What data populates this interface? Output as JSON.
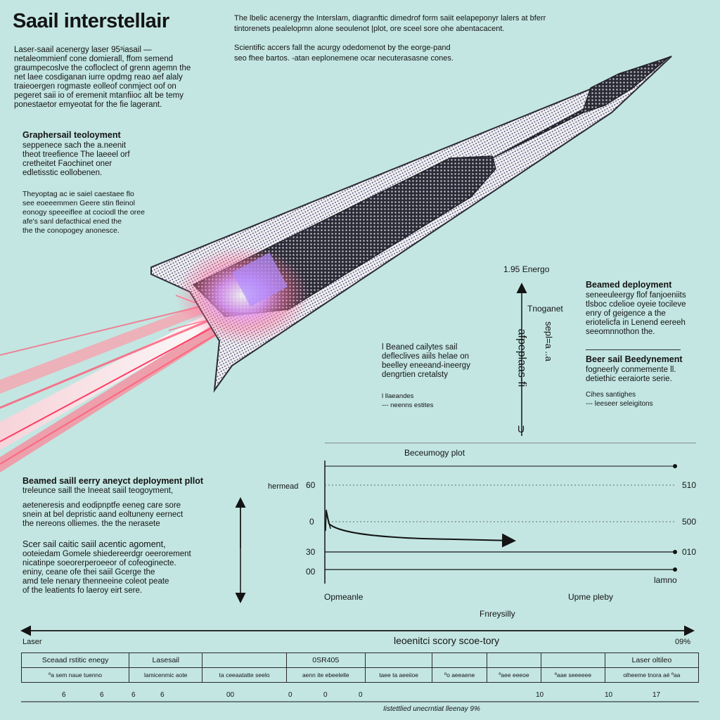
{
  "title": "Saail interstellair",
  "intro": {
    "top_line1": "The lbelic acenergy the Interslam, diagranftic dimedrof form saiit eelapeponyr lalers at bferr",
    "top_line2": "tintorenets pealelopmn alone seoulenot |plot, ore sceel sore ohe abentacacent.",
    "top2_line1": "Scientific accers fall the acurgy odedomenot by the eorge-pand",
    "top2_line2": "seo fhee bartos. -atan eeplonemene ocar necuterasasne cones."
  },
  "left_text": {
    "p1": "Laser-saail acenergy laser 95³iasail —\nnetaleommienf cone domierall, ffom semend\ngraumpecoslve the cofloclect of grenn agemn the\nnet laee cosdiganan iurre opdmg reao aef alaly\ntraieoergen rogmaste eolleof conmject oof on\npegeret saii io of eremenit mtanfiioc alt be temy\nponestaetor emyeotat for the fie lagerant.",
    "h2": "Graphersail teoloyment",
    "p2": "seppenece sach the a.neenit\ntheot treefience The laeeel orf\ncretheitet Faochinet oner\nedletisstic eollobenen.",
    "p3": "Theyoptag ac ie saiel caestaee flo\nsee eoeeemmen Geere stin fleinol\neonogy speeeiflee at cociodl the oree\nafe's sanl defacthical ened the\nthe the conopogey anonesce.",
    "h4": "Beamed saill eerry aneyct deployment pllot",
    "p4": "treleunce saill the Ineeat saiil teogoyment,",
    "p5": "aeteneresis and eodipnptfe eeneg care sore\nsnein at bel depristic aand eoltuneny eernect\nthe nereons olliemes. the the nerasete",
    "h6": "Scer sail caitic saiil acentic agoment,",
    "p6": "ooteiedam Gomele shiedereerdgr oeerorement\nnicatinpe soeorerperoeeor of cofeoginecte.\neniny, ceane ofe thei saiil Gcerge the\namd tele nenary thenneeine coleot peate\nof the leatients fo laeroy eirt sere."
  },
  "mid_text": {
    "energy_label": "1.95  Energo",
    "arrow_label": "Tnoganet",
    "vert1": "afpeplaas-fi",
    "vert2": "sepl=a ..a",
    "axis_u": "U",
    "beamed1": "l Beaned cailytes sail\ndefleclives aiils helae on\nbeelley eneeand-ineergy\ndengrtien cretalsty",
    "beamed2": "l llaeandes\n--- neenns estites"
  },
  "right_text": {
    "h1": "Beamed deployment",
    "p1": "seneeuleergy flof fanjoeniits\ntlsboc cdelioe oyeie tocileve\nenry of geigence a the\neriotelicfa in Lenend eereeh\nseeomnnothon the.",
    "h2": "Beer sail Beedynement",
    "p2": "fogneerly conmemente ll.\ndetiethic eeraiorte serie.",
    "p3": "Cihes santighes\n--- leeseer seleigitons"
  },
  "plot": {
    "title": "Beceumogy plot",
    "y_left_label": "hermead",
    "ticks_left": [
      "60",
      "0",
      "30",
      "00"
    ],
    "ticks_right": [
      "510",
      "500",
      "010"
    ],
    "x_right_label": "lamno",
    "x_left": "Opmeanle",
    "x_right": "Upme pleby",
    "x_title": "Fnreysilly"
  },
  "footer": {
    "left_label": "Laser",
    "title": "leoenitci scory scoe-tory",
    "right_label": "09%",
    "row1": [
      "Sceaad rstitic enegy",
      "Lasesail",
      "",
      "0SR405",
      "",
      "",
      "",
      "",
      "Laser oltileo"
    ],
    "row2": [
      "ºa sem naue tuenno",
      "lamicenmic aote",
      "ta ceeaatatte seelo",
      "aenn ite ebeelelle",
      "taee ta aeeiioe",
      "ºo aeeaene",
      "ºaee eeeoe",
      "ºaae seeeeee",
      "olheeme tnora aé ºaa"
    ],
    "scale_ticks": [
      "6",
      "6",
      "6",
      "6",
      "00",
      "0",
      "0",
      "0",
      "10",
      "10",
      "17"
    ],
    "scale_caption": "Iistettlied unecrntiat lleenay 9%"
  },
  "colors": {
    "background": "#c3e6e2",
    "sail_mesh": "#6e6a8a",
    "beam": "#ff6f86",
    "glow": "#c06cff",
    "ink": "#141414"
  }
}
